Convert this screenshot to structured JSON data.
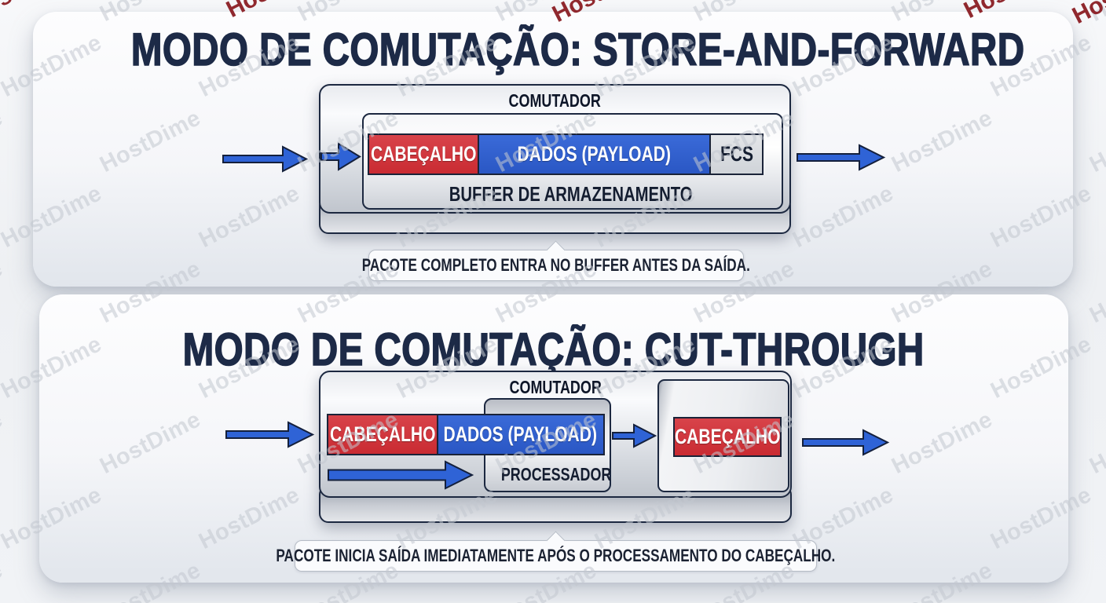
{
  "watermark": {
    "text": "HostDime"
  },
  "colors": {
    "title_navy": "#1d2a47",
    "box_border_navy": "#1c2840",
    "header_red": "#cf3238",
    "payload_blue": "#2e5ece",
    "arrow_blue": "#2f63d6",
    "fcs_gray": "#d9dcdf",
    "watermark_gray": "#c3c8d0",
    "watermark_edge_red": "#8b1e24"
  },
  "panels": [
    {
      "title": "MODO DE COMUTAÇÃO: STORE-AND-FORWARD",
      "switch_label": "COMUTADOR",
      "buffer_label": "BUFFER DE ARMAZENAMENTO",
      "packet": {
        "header": "CABEÇALHO",
        "payload": "DADOS (PAYLOAD)",
        "fcs": "FCS"
      },
      "caption": "PACOTE COMPLETO ENTRA NO BUFFER ANTES DA SAÍDA."
    },
    {
      "title": "MODO DE COMUTAÇÃO: CUT-THROUGH",
      "switch_label": "COMUTADOR",
      "processor_label": "PROCESSADOR",
      "packet": {
        "header": "CABEÇALHO",
        "payload": "DADOS (PAYLOAD)"
      },
      "egress_header": "CABEÇALHO",
      "caption": "PACOTE INICIA SAÍDA IMEDIATAMENTE APÓS O PROCESSAMENTO DO CABEÇALHO."
    }
  ]
}
